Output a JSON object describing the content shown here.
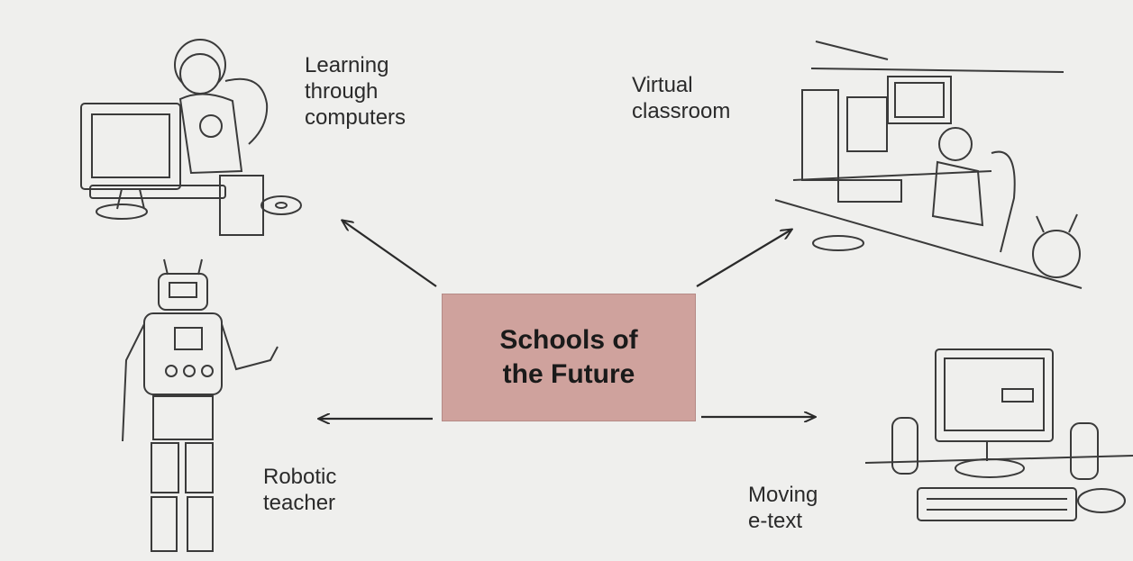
{
  "diagram": {
    "center": {
      "title": "Schools of\nthe Future"
    },
    "nodes": [
      {
        "id": "computers",
        "label": "Learning\nthrough\ncomputers",
        "icon": "child-at-computer-icon"
      },
      {
        "id": "virtual",
        "label": "Virtual\nclassroom",
        "icon": "virtual-classroom-icon"
      },
      {
        "id": "robot",
        "label": "Robotic\nteacher",
        "icon": "robot-icon"
      },
      {
        "id": "etext",
        "label": "Moving\ne-text",
        "icon": "desktop-computer-icon"
      }
    ],
    "edges": [
      {
        "from": "center",
        "to": "computers"
      },
      {
        "from": "center",
        "to": "virtual"
      },
      {
        "from": "center",
        "to": "robot"
      },
      {
        "from": "center",
        "to": "etext"
      }
    ],
    "colors": {
      "center_fill": "#cfa29d",
      "ink": "#2a2a2a",
      "background": "#efefed"
    }
  }
}
